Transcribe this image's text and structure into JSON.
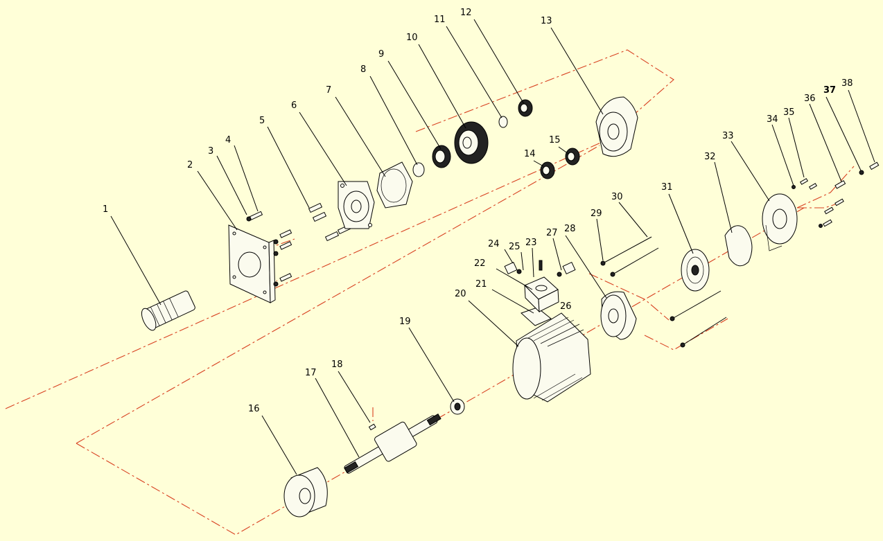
{
  "diagram": {
    "labels": [
      "1",
      "2",
      "3",
      "4",
      "5",
      "6",
      "7",
      "8",
      "9",
      "10",
      "11",
      "12",
      "13",
      "14",
      "15",
      "16",
      "17",
      "18",
      "19",
      "20",
      "21",
      "22",
      "23",
      "24",
      "25",
      "26",
      "27",
      "28",
      "29",
      "30",
      "31",
      "32",
      "33",
      "34",
      "35",
      "36",
      "37",
      "38"
    ]
  },
  "colors": {
    "background": "#ffffd8",
    "centerline": "#d84020",
    "lines": "#000000"
  }
}
